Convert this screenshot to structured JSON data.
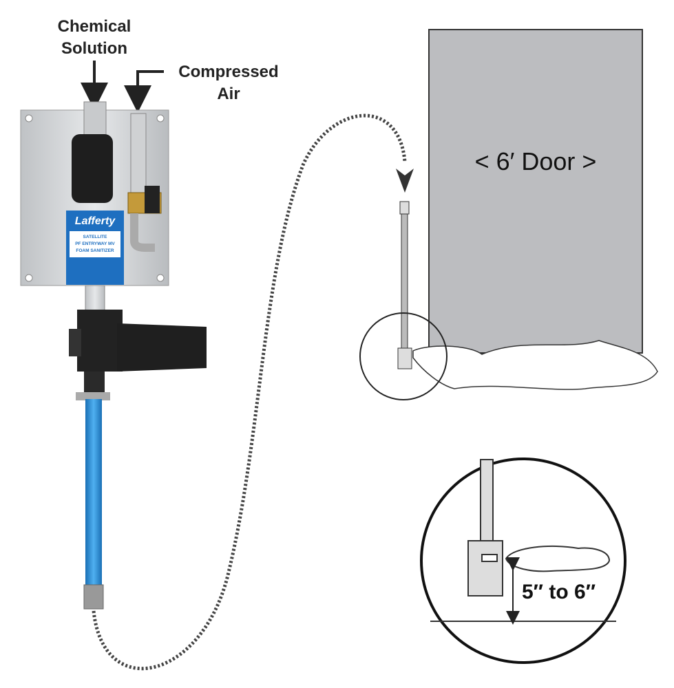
{
  "labels": {
    "chemical_line1": "Chemical",
    "chemical_line2": "Solution",
    "air_line1": "Compressed",
    "air_line2": "Air",
    "door": "< 6′ Door >",
    "height": "5″ to 6″"
  },
  "device_label": {
    "brand": "Lafferty",
    "line1": "SATELLITE",
    "line2": "PF ENTRYWAY MV",
    "line3": "FOAM SANITIZER"
  },
  "colors": {
    "door": "#bcbdc0",
    "hose": "#2a8fd6",
    "brand_blue": "#1e6fc0",
    "panel": "#d4d6d8"
  }
}
